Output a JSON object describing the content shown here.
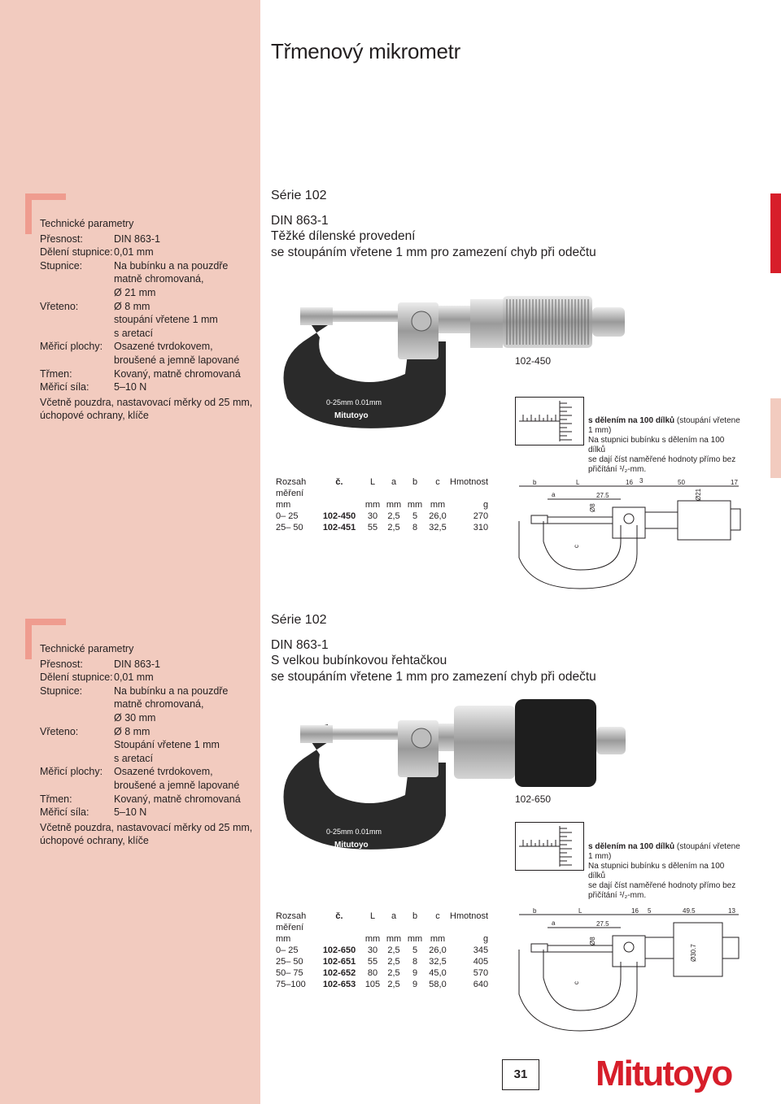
{
  "page": {
    "title": "Třmenový mikrometr",
    "page_number": "31",
    "brand": "Mitutoyo"
  },
  "colors": {
    "panel": "#f2cbbf",
    "accent": "#d71e2a",
    "corner": "#ef9c8f"
  },
  "block1": {
    "specs_title": "Technické parametry",
    "specs": [
      {
        "k": "Přesnost:",
        "v": "DIN 863-1"
      },
      {
        "k": "Dělení stupnice:",
        "v": "0,01 mm"
      },
      {
        "k": "Stupnice:",
        "v": "Na bubínku a na pouzdře"
      },
      {
        "k": "",
        "v": "matně chromovaná,"
      },
      {
        "k": "",
        "v": "Ø 21 mm"
      },
      {
        "k": "Vřeteno:",
        "v": "Ø 8 mm"
      },
      {
        "k": "",
        "v": "stoupání vřetene 1 mm"
      },
      {
        "k": "",
        "v": "s aretací"
      },
      {
        "k": "Měřicí plochy:",
        "v": "Osazené tvrdokovem,"
      },
      {
        "k": "",
        "v": "broušené a jemně lapované"
      },
      {
        "k": "Třmen:",
        "v": "Kovaný, matně chromovaná"
      },
      {
        "k": "Měřicí síla:",
        "v": "5–10 N"
      }
    ],
    "note1": "Včetně pouzdra, nastavovací měrky od 25 mm,",
    "note2": "úchopové ochrany, klíče",
    "series": "Série 102",
    "line1": "DIN 863-1",
    "line2": "Těžké dílenské provedení",
    "line3": "se stoupáním vřetene 1 mm pro zamezení chyb při odečtu",
    "model": "102-450",
    "caption_bold": "s dělením na 100 dílků",
    "caption_rest1": " (stoupání vřetene",
    "caption_l2": "1 mm)",
    "caption_l3": "Na stupnici bubínku s dělením na 100 dílků",
    "caption_l4": "se dají číst naměřené hodnoty přímo bez",
    "caption_l5": "přičítání ¹/₂-mm.",
    "frame_text1": "0-25mm  0.01mm",
    "frame_text2": "Mitutoyo",
    "table": {
      "header": [
        "Rozsah",
        "č.",
        "L",
        "a",
        "b",
        "c",
        "Hmotnost"
      ],
      "header2": [
        "měření",
        "",
        "",
        "",
        "",
        "",
        ""
      ],
      "units": [
        "mm",
        "",
        "mm",
        "mm",
        "mm",
        "mm",
        "g"
      ],
      "rows": [
        [
          "0– 25",
          "102-450",
          "30",
          "2,5",
          "5",
          "26,0",
          "270"
        ],
        [
          "25– 50",
          "102-451",
          "55",
          "2,5",
          "8",
          "32,5",
          "310"
        ]
      ]
    },
    "dims": {
      "b": "b",
      "L": "L",
      "a": "a",
      "d1": "16",
      "d2": "3",
      "d3": "50",
      "d4": "17",
      "d5": "27.5",
      "d6": "Ø8",
      "d7": "Ø21",
      "c": "c"
    }
  },
  "block2": {
    "specs_title": "Technické parametry",
    "specs": [
      {
        "k": "Přesnost:",
        "v": "DIN 863-1"
      },
      {
        "k": "Dělení stupnice:",
        "v": "0,01 mm"
      },
      {
        "k": "Stupnice:",
        "v": "Na bubínku a na pouzdře"
      },
      {
        "k": "",
        "v": "matně chromovaná,"
      },
      {
        "k": "",
        "v": "Ø 30 mm"
      },
      {
        "k": "Vřeteno:",
        "v": "Ø 8 mm"
      },
      {
        "k": "",
        "v": "Stoupání vřetene 1 mm"
      },
      {
        "k": "",
        "v": "s aretací"
      },
      {
        "k": "Měřicí plochy:",
        "v": "Osazené tvrdokovem,"
      },
      {
        "k": "",
        "v": "broušené a jemně lapované"
      },
      {
        "k": "Třmen:",
        "v": "Kovaný, matně chromovaná"
      },
      {
        "k": "Měřicí síla:",
        "v": "5–10 N"
      }
    ],
    "note1": "Včetně pouzdra, nastavovací měrky od 25 mm,",
    "note2": "úchopové ochrany, klíče",
    "series": "Série 102",
    "line1": "DIN 863-1",
    "line2": "S velkou bubínkovou řehtačkou",
    "line3": "se stoupáním vřetene 1 mm pro zamezení chyb při odečtu",
    "model": "102-650",
    "caption_bold": "s dělením na 100 dílků",
    "caption_rest1": " (stoupání vřetene",
    "caption_l2": "1 mm)",
    "caption_l3": "Na stupnici bubínku s dělením na 100 dílků",
    "caption_l4": "se dají číst naměřené hodnoty přímo bez",
    "caption_l5": "přičítání ¹/₂-mm.",
    "frame_text1": "0-25mm  0.01mm",
    "frame_text2": "Mitutoyo",
    "table": {
      "header": [
        "Rozsah",
        "č.",
        "L",
        "a",
        "b",
        "c",
        "Hmotnost"
      ],
      "header2": [
        "měření",
        "",
        "",
        "",
        "",
        "",
        ""
      ],
      "units": [
        "mm",
        "",
        "mm",
        "mm",
        "mm",
        "mm",
        "g"
      ],
      "rows": [
        [
          "0– 25",
          "102-650",
          "30",
          "2,5",
          "5",
          "26,0",
          "345"
        ],
        [
          "25– 50",
          "102-651",
          "55",
          "2,5",
          "8",
          "32,5",
          "405"
        ],
        [
          "50– 75",
          "102-652",
          "80",
          "2,5",
          "9",
          "45,0",
          "570"
        ],
        [
          "75–100",
          "102-653",
          "105",
          "2,5",
          "9",
          "58,0",
          "640"
        ]
      ]
    },
    "dims": {
      "b": "b",
      "L": "L",
      "a": "a",
      "d1": "16",
      "d2": "5",
      "d3": "49.5",
      "d4": "13",
      "d5": "27.5",
      "d6": "Ø8",
      "d7": "Ø30.7",
      "c": "c"
    }
  }
}
